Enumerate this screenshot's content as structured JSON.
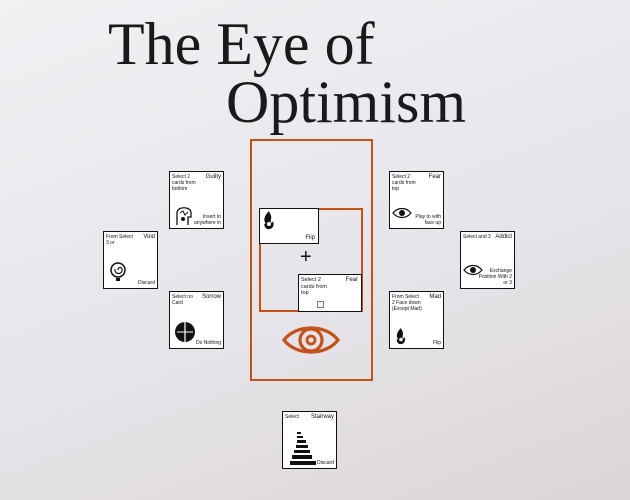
{
  "title": {
    "line1": "The Eye of",
    "line2": "Optimism"
  },
  "colors": {
    "accent": "#c4511c",
    "purple": "#9a5fc2",
    "orange": "#d27a4a"
  },
  "board": {
    "eye_icon": "eye-icon"
  },
  "slot_top": {
    "action": "Flip"
  },
  "slot_bottom": {
    "caption": "Select 2 cards from top",
    "name": "Fear"
  },
  "cards": {
    "guilty": {
      "caption": "Select 2 cards from bottom",
      "name": "Guilty",
      "action": "Insert to anywhere in"
    },
    "fear": {
      "caption": "Select 2 cards from top",
      "name": "Fear",
      "action": "Play to with face up"
    },
    "void": {
      "caption": "From Select 3 or",
      "name": "Void",
      "action": "Discard"
    },
    "addict": {
      "caption": "Select and 3",
      "name": "Addict",
      "action": "Exchange Position With 2 or 3"
    },
    "sorrow": {
      "caption": "Select no Card",
      "name": "Sorrow",
      "action": "Do Nothing"
    },
    "mad": {
      "caption": "From Select 2 Face down (Except Mad)",
      "name": "Mad",
      "action": "Flip"
    },
    "stairway": {
      "caption": "Select",
      "name": "Stairway",
      "action": "Discard"
    }
  }
}
